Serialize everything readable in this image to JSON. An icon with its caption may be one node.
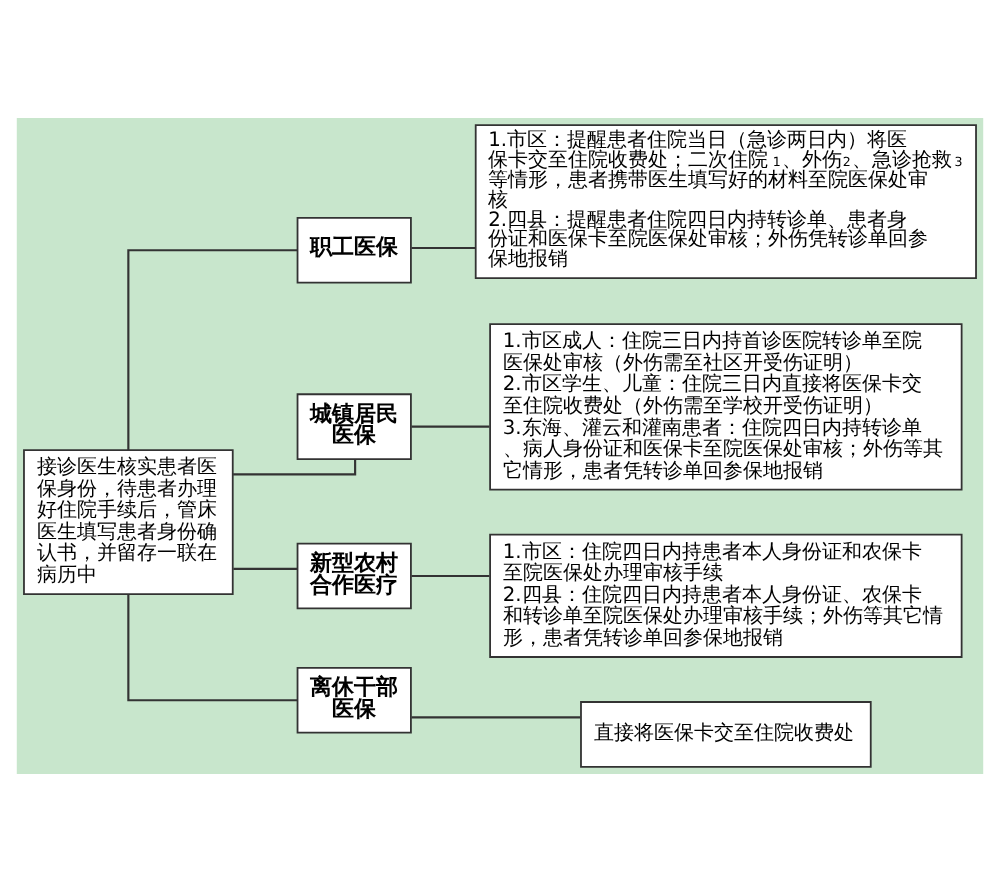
{
  "diagram": {
    "nodes": [
      {
        "text": [
          "接诊医生核实患者医保身份，待患者办理好住院手续后，管床医生填写患者身份确认书，并留存一联在病历中"
        ]
      },
      {
        "text": [
          "职工医保"
        ]
      },
      {
        "text": [
          "1.市区：提醒患者住院当日（急诊两日内）将医保卡交至住院收费处；二次住院$^{1}$、外伤$^{2}$、急诊抢救$^{3}$等情形，患者携带医生填写好的材料至院医保处审核",
          "2.四县：提醒患者住院四日内持转诊单、患者身份证和医保卡至院医保处审核；外伤凭转诊单回参保地报销"
        ]
      },
      {
        "text": [
          "城镇居民医保"
        ]
      },
      {
        "text": [
          "1.市区成人：住院三日内持首诊医院转诊单至院医保处审核（外伤需至社区开受伤证明）",
          "2.市区学生、儿童：住院三日内直接将医保卡交至住院收费处（外伤需至学校开受伤证明）",
          "3.东海、灌云和灌南患者：住院四日内持转诊单、病人身份证和医保卡至院医保处审核；外伤等其它情形，患者凭转诊单回参保地报销"
        ]
      },
      {
        "text": [
          "新型农村合作医疗"
        ]
      },
      {
        "text": [
          "1.市区：住院四日内持患者本人身份证和农保卡至院医保处办理审核手续",
          "2.四县：住院四日内持患者本人身份证、农保卡和转诊单至院医保处办理审核手续；外伤等其它情形，患者凭转诊单回参保地报销"
        ]
      },
      {
        "text": [
          "离休干部医保"
        ]
      },
      {
        "text": [
          "直接将医保卡交至住院收费处"
        ]
      }
    ],
    "edges": [
      {
        "from": 0,
        "to": 1,
        "arrow": "none"
      },
      {
        "from": 0,
        "to": 3,
        "arrow": "none"
      },
      {
        "from": 0,
        "to": 5,
        "arrow": "none"
      },
      {
        "from": 0,
        "to": 7,
        "arrow": "none"
      },
      {
        "from": 1,
        "to": 2,
        "arrow": "none"
      },
      {
        "from": 3,
        "to": 4,
        "arrow": "none"
      },
      {
        "from": 5,
        "to": 6,
        "arrow": "none"
      },
      {
        "from": 7,
        "to": 8,
        "arrow": "none"
      }
    ]
  }
}
